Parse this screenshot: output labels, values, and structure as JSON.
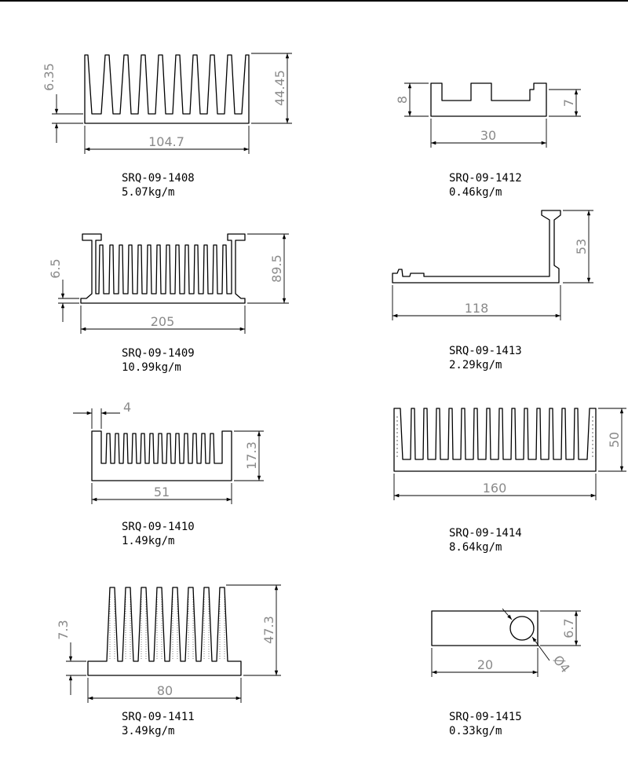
{
  "profiles": [
    {
      "code": "SRQ-09-1408",
      "weight": "5.07kg/m",
      "dims": {
        "width": "104.7",
        "height": "44.45",
        "base": "6.35"
      }
    },
    {
      "code": "SRQ-09-1409",
      "weight": "10.99kg/m",
      "dims": {
        "width": "205",
        "height": "89.5",
        "base": "6.5"
      }
    },
    {
      "code": "SRQ-09-1410",
      "weight": "1.49kg/m",
      "dims": {
        "width": "51",
        "height": "17.3",
        "wall": "4"
      }
    },
    {
      "code": "SRQ-09-1411",
      "weight": "3.49kg/m",
      "dims": {
        "width": "80",
        "height": "47.3",
        "base": "7.3"
      }
    },
    {
      "code": "SRQ-09-1412",
      "weight": "0.46kg/m",
      "dims": {
        "width": "30",
        "height": "8",
        "inner": "7"
      }
    },
    {
      "code": "SRQ-09-1413",
      "weight": "2.29kg/m",
      "dims": {
        "width": "118",
        "height": "53"
      }
    },
    {
      "code": "SRQ-09-1414",
      "weight": "8.64kg/m",
      "dims": {
        "width": "160",
        "height": "50"
      }
    },
    {
      "code": "SRQ-09-1415",
      "weight": "0.33kg/m",
      "dims": {
        "width": "20",
        "height": "6.7",
        "hole": "Ø4"
      }
    }
  ]
}
